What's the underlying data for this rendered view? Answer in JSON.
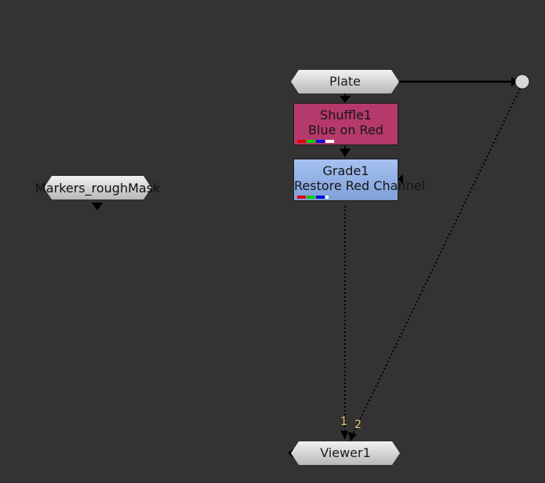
{
  "nodes": {
    "plate": {
      "label": "Plate"
    },
    "shuffle": {
      "title": "Shuffle1",
      "subtitle": "Blue on Red"
    },
    "grade": {
      "title": "Grade1",
      "subtitle": "Restore Red Channel"
    },
    "markers": {
      "label": "Markers_roughMask"
    },
    "viewer": {
      "label": "Viewer1",
      "inputs": [
        "1",
        "2"
      ]
    }
  },
  "colors": {
    "background": "#333333",
    "shuffle_node": "#b53a6b",
    "grade_node": "#8fb0e8",
    "read_node": "#dcdcdc",
    "wire": "#000000",
    "input_number": "#f4c472"
  }
}
